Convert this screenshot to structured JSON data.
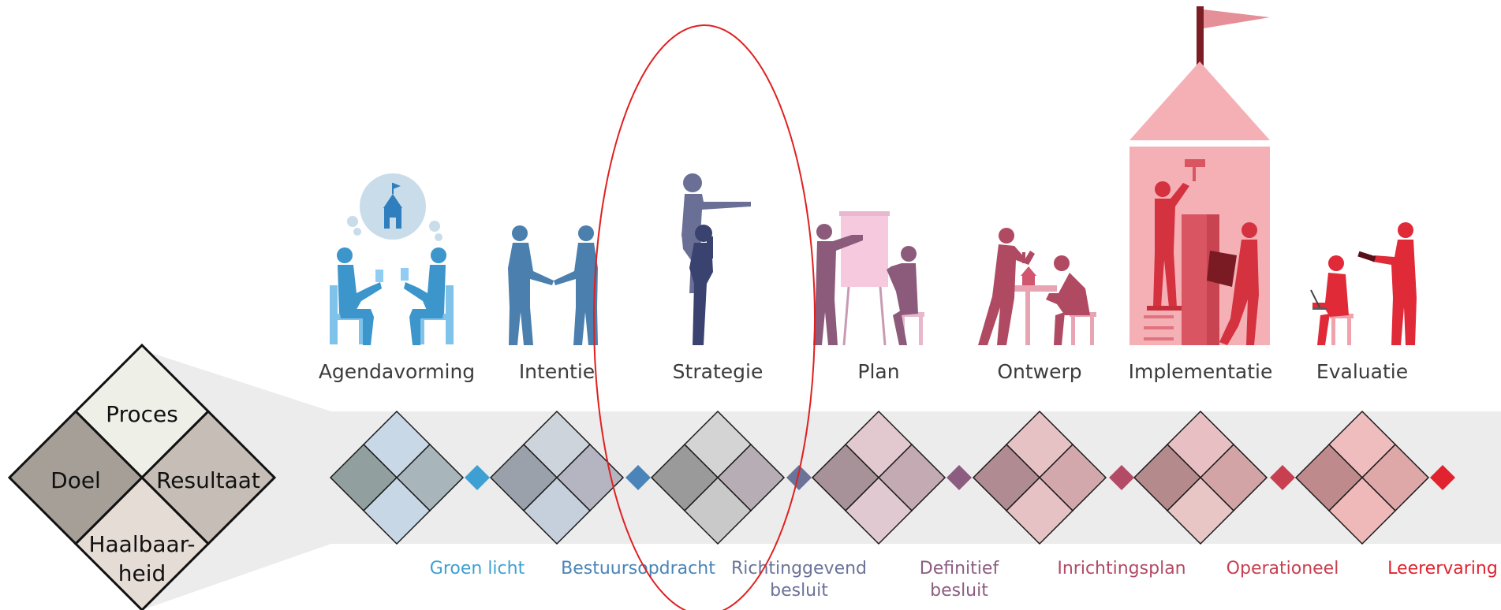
{
  "legend": {
    "top": "Proces",
    "left": "Doel",
    "right": "Resultaat",
    "bottom_line1": "Haalbaar-",
    "bottom_line2": "heid"
  },
  "phases": [
    {
      "label": "Agendavorming",
      "color": "#3c95cb"
    },
    {
      "label": "Intentie",
      "color": "#4a7fae"
    },
    {
      "label": "Strategie",
      "color": "#5b6590"
    },
    {
      "label": "Plan",
      "color": "#8c5a7a"
    },
    {
      "label": "Ontwerp",
      "color": "#b04a62"
    },
    {
      "label": "Implementatie",
      "color": "#c9404f"
    },
    {
      "label": "Evaluatie",
      "color": "#e02a38"
    }
  ],
  "milestones": [
    {
      "line1": "Groen licht",
      "line2": "",
      "color": "#3ea0d2"
    },
    {
      "line1": "Bestuursopdracht",
      "line2": "",
      "color": "#4a84b8"
    },
    {
      "line1": "Richtinggevend",
      "line2": "besluit",
      "color": "#6b7398"
    },
    {
      "line1": "Definitief",
      "line2": "besluit",
      "color": "#8c5d80"
    },
    {
      "line1": "Inrichtingsplan",
      "line2": "",
      "color": "#b34a66"
    },
    {
      "line1": "Operationeel",
      "line2": "",
      "color": "#c8404f"
    },
    {
      "line1": "Leerervaring",
      "line2": "",
      "color": "#e0232f"
    }
  ],
  "highlight": {
    "color": "#e02020"
  }
}
